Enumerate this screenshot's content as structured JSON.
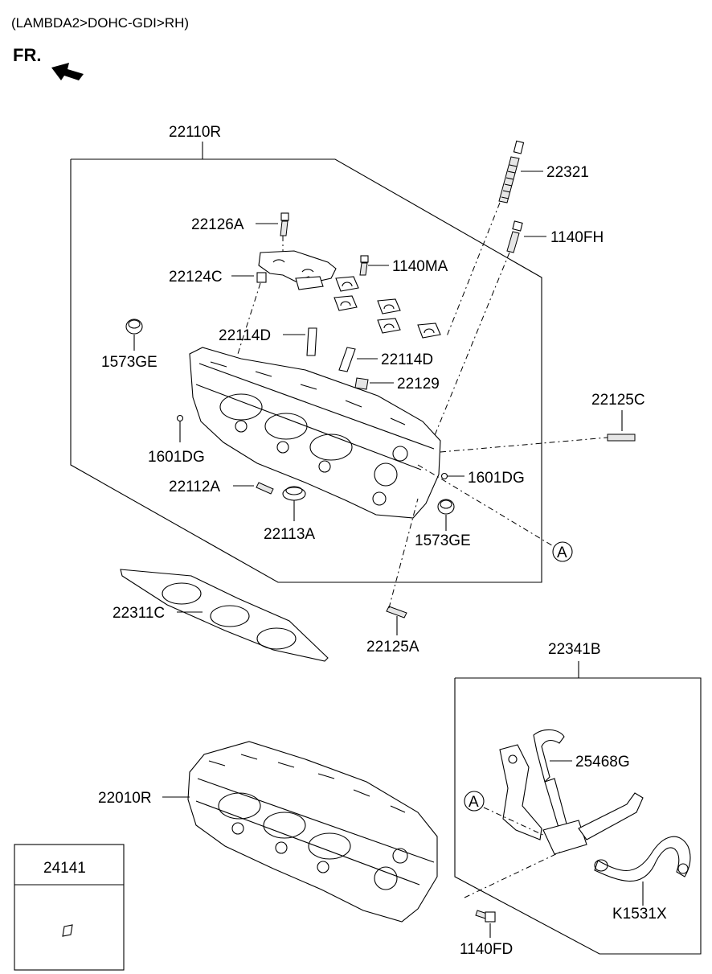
{
  "header": {
    "variant": "(LAMBDA2>DOHC-GDI>RH)",
    "front_label": "FR."
  },
  "parts": {
    "p22110R": "22110R",
    "p22321": "22321",
    "p1140FH": "1140FH",
    "p22126A": "22126A",
    "p1140MA": "1140MA",
    "p22124C": "22124C",
    "p1573GE_left": "1573GE",
    "p22114D_left": "22114D",
    "p22114D_right": "22114D",
    "p22129": "22129",
    "p22125C": "22125C",
    "p1601DG_left": "1601DG",
    "p1601DG_right": "1601DG",
    "p22112A": "22112A",
    "p22113A": "22113A",
    "p1573GE_right": "1573GE",
    "p22311C": "22311C",
    "p22125A": "22125A",
    "p22341B": "22341B",
    "p25468G": "25468G",
    "p22010R": "22010R",
    "p24141": "24141",
    "pK1531X": "K1531X",
    "p1140FD": "1140FD"
  },
  "refs": {
    "ref_a_upper": "A",
    "ref_a_lower": "A"
  }
}
